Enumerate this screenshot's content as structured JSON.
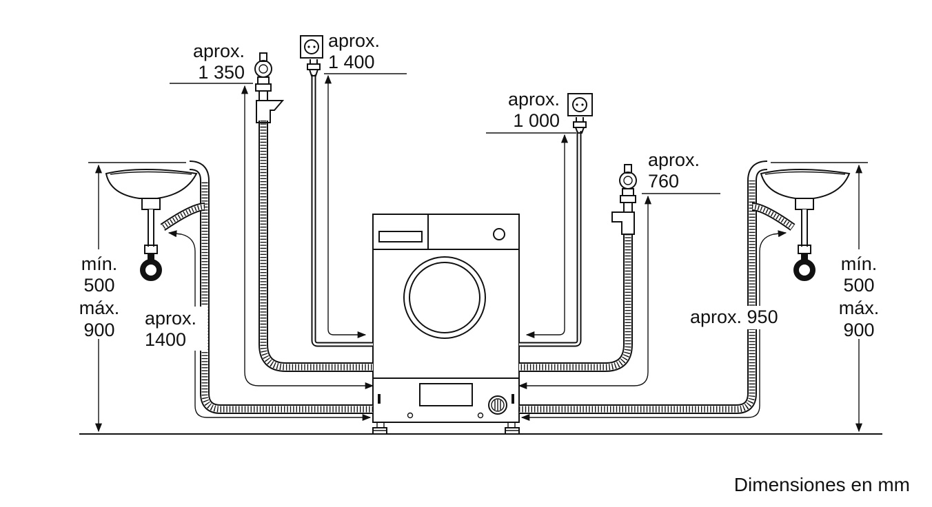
{
  "labels": {
    "hose_tap_left": {
      "line1": "aprox.",
      "line2": "1 350"
    },
    "socket_left": {
      "line1": "aprox.",
      "line2": "1 400"
    },
    "socket_right": {
      "line1": "aprox.",
      "line2": "1 000"
    },
    "hose_tap_right": {
      "line1": "aprox.",
      "line2": "760"
    },
    "drain_left": {
      "line1": "aprox.",
      "line2": "1400"
    },
    "drain_right": "aprox. 950",
    "height_left": {
      "l1": "mín.",
      "l2": "500",
      "l3": "máx.",
      "l4": "900"
    },
    "height_right": {
      "l1": "mín.",
      "l2": "500",
      "l3": "máx.",
      "l4": "900"
    }
  },
  "footer": "Dimensiones en mm"
}
